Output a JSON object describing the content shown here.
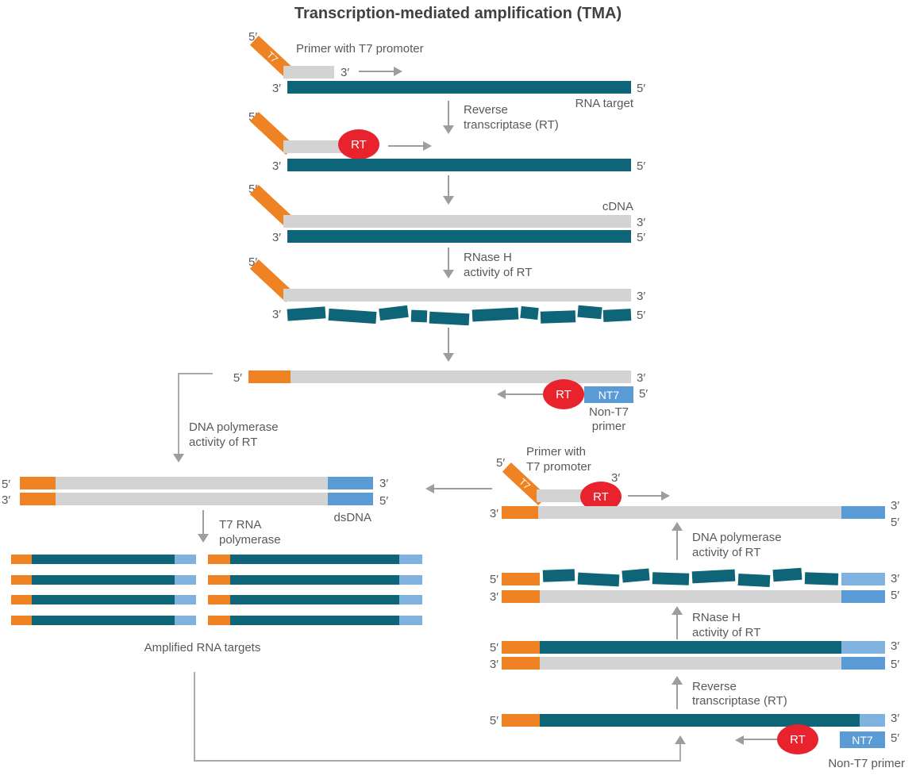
{
  "title": "Transcription-mediated amplification (TMA)",
  "colors": {
    "orange_t7_promoter": "#ef8222",
    "teal_rna": "#0f6578",
    "gray_dna": "#d3d3d3",
    "blue_primer": "#5b9bd5",
    "blue_rna_end": "#7fb2de",
    "red_enzyme": "#e8232e",
    "arrow_gray": "#9d9d9d",
    "text_gray": "#58595b"
  },
  "text": {
    "title": "Transcription-mediated amplification (TMA)",
    "p5": "5′",
    "p3": "3′",
    "t7": "T7",
    "rt": "RT",
    "nt7": "NT7",
    "primer_with_t7_promoter": "Primer with T7 promoter",
    "primer_with": "Primer with",
    "t7_promoter": "T7 promoter",
    "rna_target": "RNA target",
    "reverse": "Reverse",
    "transcriptase_rt": "transcriptase (RT)",
    "cdna": "cDNA",
    "rnase_h": "RNase H",
    "activity_of_rt": "activity of RT",
    "dna_polymerase": "DNA polymerase",
    "non_t7": "Non-T7",
    "primer": "primer",
    "non_t7_primer": "Non-T7 primer",
    "dsdna": "dsDNA",
    "t7_rna": "T7 RNA",
    "polymerase": "polymerase",
    "amplified_rna_targets": "Amplified RNA targets"
  }
}
